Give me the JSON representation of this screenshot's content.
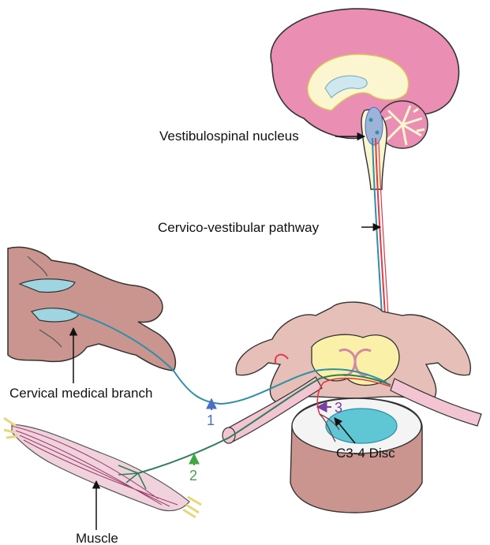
{
  "labels": {
    "vestibulospinal_nucleus": "Vestibulospinal  nucleus",
    "cervico_vestibular_pathway": "Cervico-vestibular  pathway",
    "cervical_medical_branch": "Cervical medical branch",
    "disc": "C3-4 Disc",
    "muscle": "Muscle"
  },
  "markers": [
    {
      "id": "1",
      "label": "1",
      "color": "#4a6fc4"
    },
    {
      "id": "2",
      "label": "2",
      "color": "#3fa845"
    },
    {
      "id": "3",
      "label": "3",
      "color": "#7a3fa0"
    }
  ],
  "colors": {
    "brain_cortex": "#ea8fb3",
    "white_matter": "#fbf6d0",
    "nucleus": "#9db3d8",
    "bone": "#c9958e",
    "disc_core": "#5fc6d3",
    "nerve_red": "#e03a48",
    "nerve_teal": "#2f8fa6"
  }
}
